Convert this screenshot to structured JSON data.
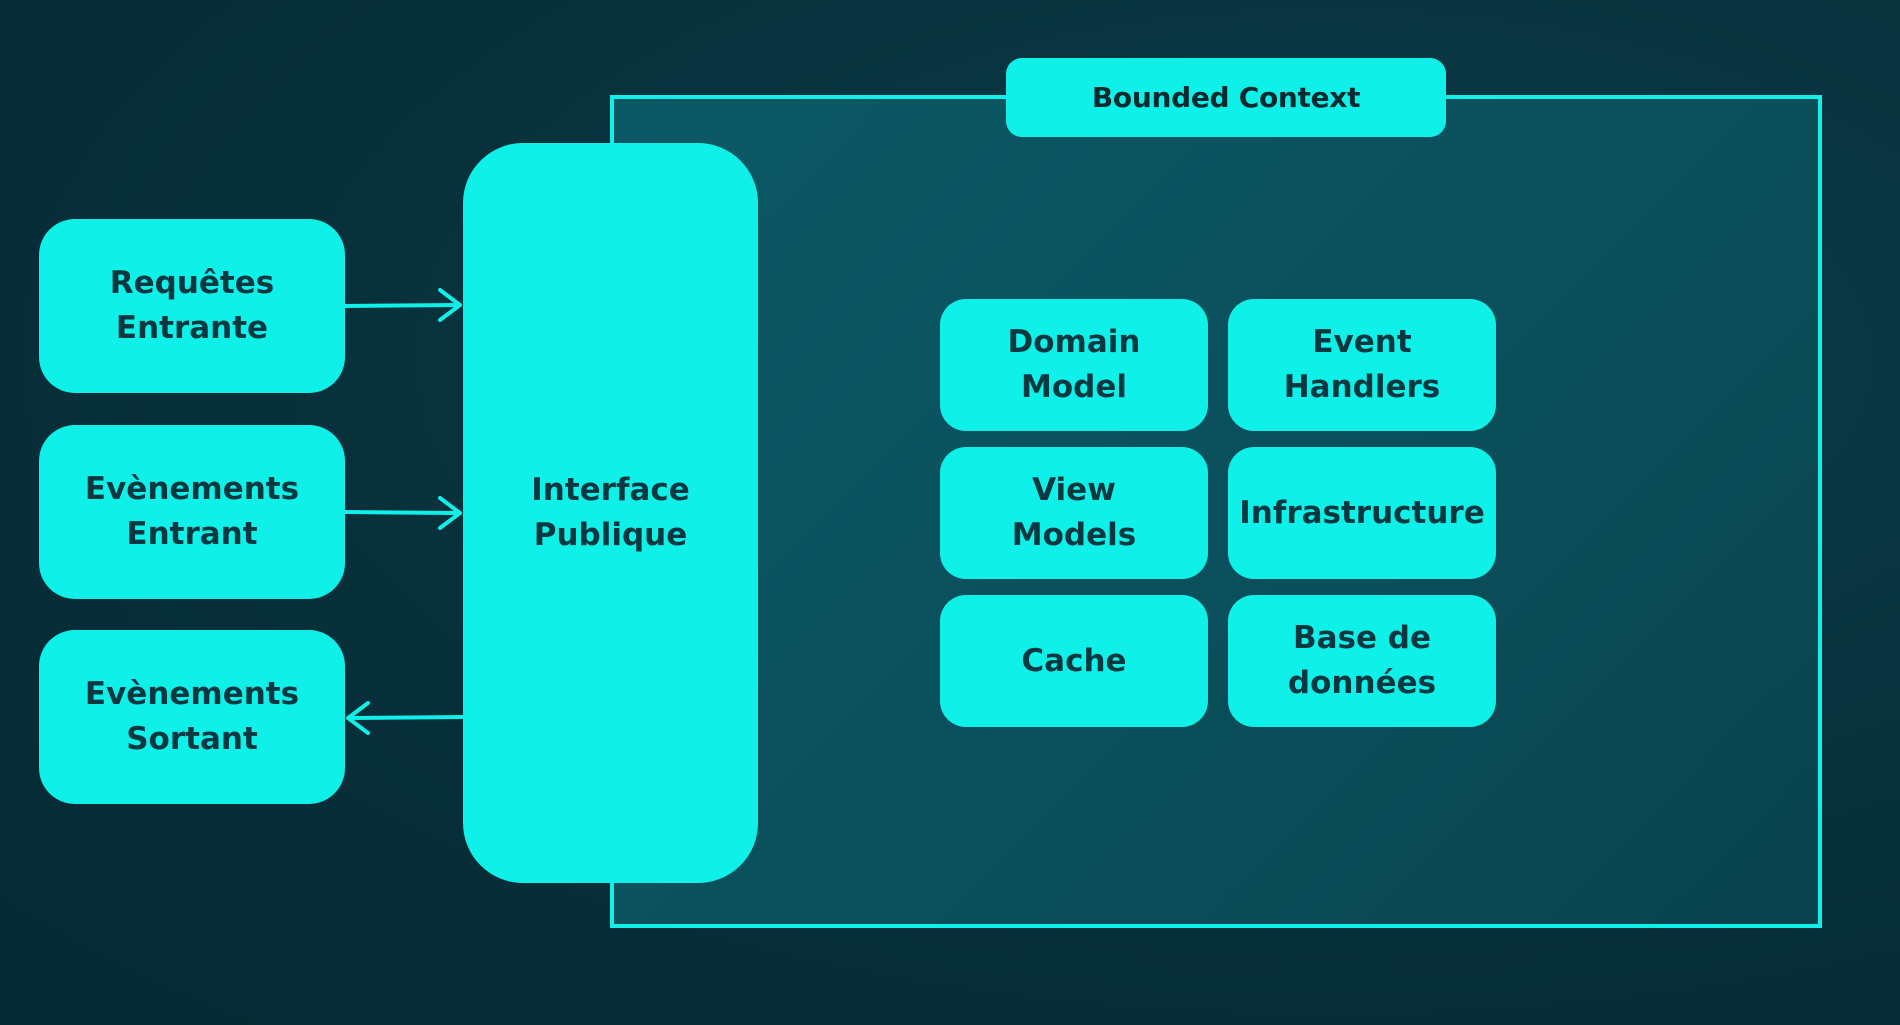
{
  "diagram": {
    "context_title": "Bounded Context",
    "left_boxes": {
      "requests_in": "Requêtes\nEntrante",
      "events_in": "Evènements\nEntrant",
      "events_out": "Evènements\nSortant"
    },
    "interface": "Interface\nPublique",
    "inner_boxes": {
      "domain_model": "Domain\nModel",
      "event_handlers": "Event\nHandlers",
      "view_models": "View\nModels",
      "infrastructure": "Infrastructure",
      "cache": "Cache",
      "database": "Base de\ndonnées"
    },
    "colors": {
      "accent": "#0ff0e8",
      "background": "#062a33",
      "context_fill": "#0b5360",
      "text": "#0b3840"
    }
  }
}
